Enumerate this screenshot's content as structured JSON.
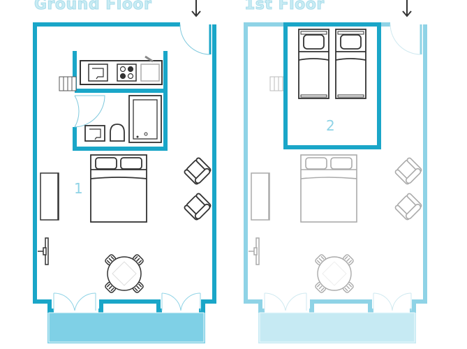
{
  "floors": [
    {
      "title": "Ground Floor",
      "room_label": "1",
      "wall_color": "#1aa6c8",
      "balcony_color": "#7fd0e6",
      "furniture_color": "#333333",
      "rooms": [
        "kitchenette",
        "bathroom",
        "bedroom 1 with double bed",
        "seating area with 2 armchairs",
        "dining table with 4 chairs",
        "wardrobe",
        "desk"
      ],
      "stairs": true,
      "balcony": true
    },
    {
      "title": "1st Floor",
      "room_label": "2",
      "wall_color": "#8fd3e6",
      "highlight_wall_color": "#1aa6c8",
      "balcony_color": "#c6eaf3",
      "furniture_color": "#aaaaaa",
      "rooms": [
        "bedroom 2 with two single beds",
        "double bed",
        "2 armchairs",
        "dining table with 4 chairs",
        "wardrobe",
        "desk"
      ],
      "stairs": true,
      "balcony": true
    }
  ],
  "entrance_arrow": "down-arrow"
}
